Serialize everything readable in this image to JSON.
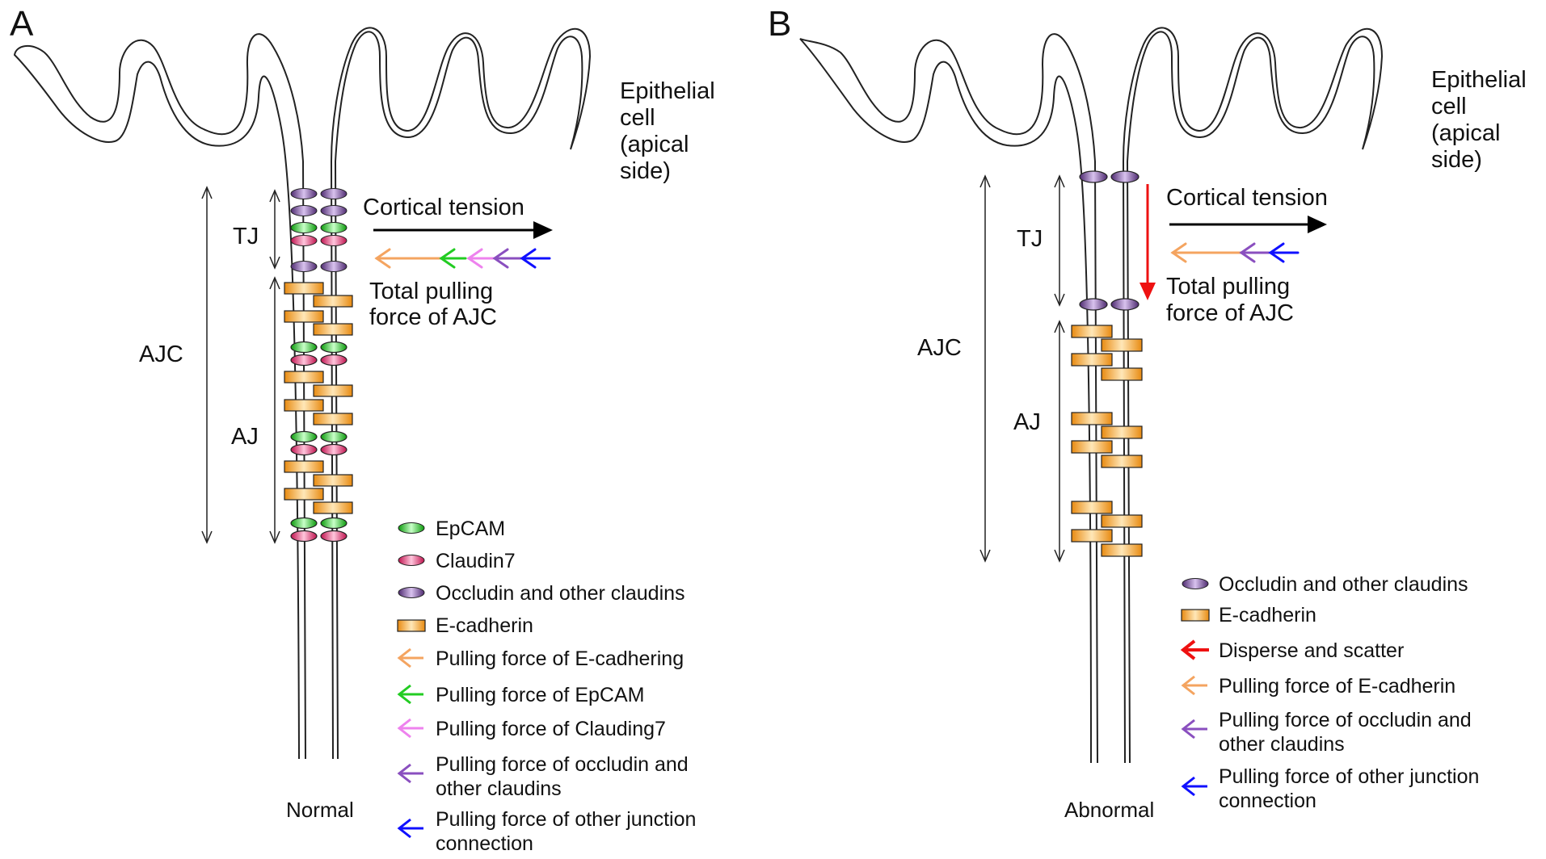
{
  "panels": {
    "a": {
      "letter": "A",
      "cell_label": [
        "Epithelial",
        "cell",
        "(apical",
        "side)"
      ],
      "tension_label": "Cortical tension",
      "pull_label": [
        "Total pulling",
        "force of AJC"
      ],
      "tj": "TJ",
      "ajc": "AJC",
      "aj": "AJ",
      "caption": "Normal",
      "legend": [
        {
          "icon": "epcam-oval",
          "text": [
            "EpCAM"
          ]
        },
        {
          "icon": "claudin7-oval",
          "text": [
            "Claudin7"
          ]
        },
        {
          "icon": "occludin-oval",
          "text": [
            "Occludin and other claudins"
          ]
        },
        {
          "icon": "e-cadherin-box",
          "text": [
            "E-cadherin"
          ]
        },
        {
          "icon": "orange-arrow",
          "text": [
            "Pulling force of E-cadhering"
          ]
        },
        {
          "icon": "green-arrow",
          "text": [
            "Pulling force of EpCAM"
          ]
        },
        {
          "icon": "pink-arrow",
          "text": [
            "Pulling force of Clauding7"
          ]
        },
        {
          "icon": "purple-arrow",
          "text": [
            "Pulling force of occludin and",
            "other claudins"
          ]
        },
        {
          "icon": "blue-arrow",
          "text": [
            "Pulling force of other junction",
            "connection"
          ]
        }
      ]
    },
    "b": {
      "letter": "B",
      "cell_label": [
        "Epithelial",
        "cell",
        "(apical",
        "side)"
      ],
      "tension_label": "Cortical tension",
      "pull_label": [
        "Total pulling",
        "force of AJC"
      ],
      "tj": "TJ",
      "ajc": "AJC",
      "aj": "AJ",
      "caption": "Abnormal",
      "legend": [
        {
          "icon": "occludin-oval",
          "text": [
            "Occludin and other claudins"
          ]
        },
        {
          "icon": "e-cadherin-box",
          "text": [
            "E-cadherin"
          ]
        },
        {
          "icon": "red-arrow",
          "text": [
            "Disperse and scatter"
          ]
        },
        {
          "icon": "orange-arrow",
          "text": [
            "Pulling force of E-cadherin"
          ]
        },
        {
          "icon": "purple-arrow",
          "text": [
            "Pulling force of occludin and",
            "other claudins"
          ]
        },
        {
          "icon": "blue-arrow",
          "text": [
            "Pulling force of other junction",
            "connection"
          ]
        }
      ]
    }
  },
  "colors": {
    "epcam": "#22cc22",
    "claudin7": "#e0206e",
    "occludin": "#7a4a9e",
    "e_cadherin": "#f2a42a",
    "e_cadherin_arrow": "#f4a460",
    "epcam_arrow": "#22cc22",
    "claudin7_arrow": "#ee82ee",
    "occludin_arrow": "#8a4fbf",
    "other_arrow": "#1010ff",
    "disperse_arrow": "#ee1111",
    "line": "#222222"
  }
}
